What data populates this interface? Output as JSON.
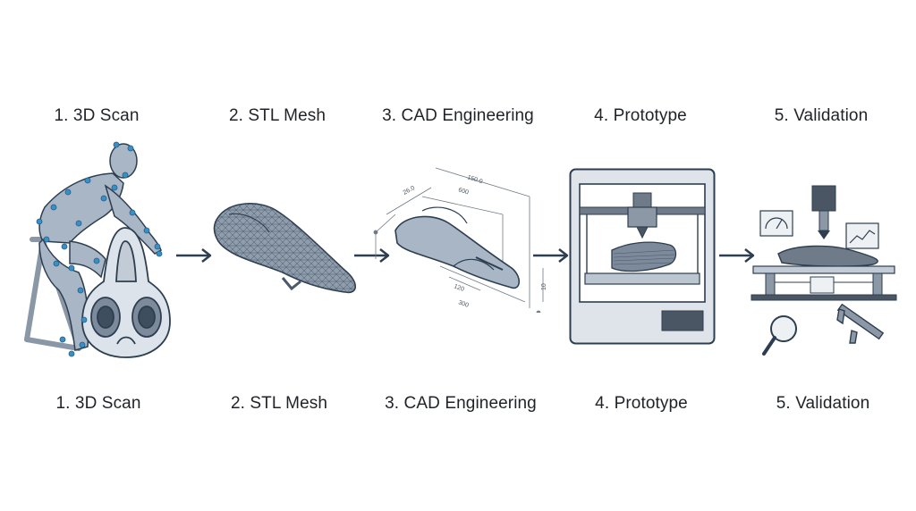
{
  "steps": [
    {
      "label": "1. 3D Scan",
      "icon": "cyclist-scan-icon"
    },
    {
      "label": "2. STL Mesh",
      "icon": "saddle-mesh-icon"
    },
    {
      "label": "3. CAD Engineering",
      "icon": "saddle-cad-icon"
    },
    {
      "label": "4. Prototype",
      "icon": "3d-printer-icon"
    },
    {
      "label": "5. Validation",
      "icon": "test-rig-icon"
    }
  ],
  "cad_dimensions": [
    "26.0",
    "600",
    "150.0",
    "120",
    "300",
    "10"
  ],
  "colors": {
    "stroke": "#2d3e50",
    "fill": "#a9b6c6",
    "accent": "#3a8fc4"
  }
}
